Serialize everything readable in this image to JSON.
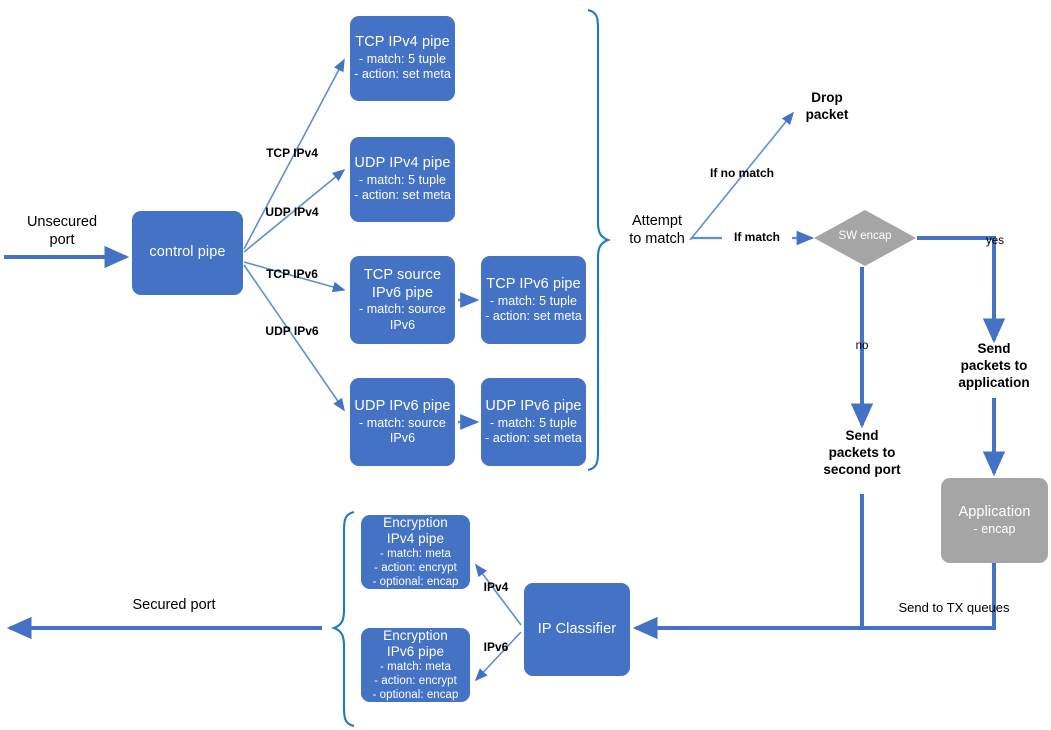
{
  "colors": {
    "pipe_blue": "#4472C4",
    "gray_node": "#A5A5A5",
    "arrow_blue": "#4472C4",
    "brace_blue": "#1F7AC4",
    "thin_arrow": "#5B8FD4",
    "text_black": "#000000"
  },
  "ingress": {
    "unsecured_port_label": "Unsecured\nport"
  },
  "control_pipe": {
    "title": "control pipe"
  },
  "branch_labels": {
    "tcp_ipv4": "TCP IPv4",
    "udp_ipv4": "UDP IPv4",
    "tcp_ipv6": "TCP IPv6",
    "udp_ipv6": "UDP IPv6"
  },
  "pipes": [
    {
      "id": "tcp-ipv4-pipe",
      "title": "TCP IPv4 pipe",
      "lines": [
        "- match: 5 tuple",
        "- action: set meta"
      ],
      "fill": "#4472C4"
    },
    {
      "id": "udp-ipv4-pipe",
      "title": "UDP IPv4 pipe",
      "lines": [
        "- match: 5 tuple",
        "- action: set meta"
      ],
      "fill": "#4472C4"
    },
    {
      "id": "tcp-source-ipv6-pipe",
      "title": "TCP source\nIPv6 pipe",
      "lines": [
        "- match: source",
        "IPv6"
      ],
      "fill": "#4472C4"
    },
    {
      "id": "tcp-ipv6-pipe",
      "title": "TCP IPv6 pipe",
      "lines": [
        "- match: 5 tuple",
        "- action: set meta"
      ],
      "fill": "#4472C4"
    },
    {
      "id": "udp-source-ipv6-pipe",
      "title": "UDP IPv6  pipe",
      "lines": [
        "- match: source",
        "IPv6"
      ],
      "fill": "#4472C4"
    },
    {
      "id": "udp-ipv6-pipe",
      "title": "UDP IPv6  pipe",
      "lines": [
        "- match: 5 tuple",
        "- action: set meta"
      ],
      "fill": "#4472C4"
    }
  ],
  "match_stage": {
    "attempt_label": "Attempt\nto match",
    "if_no_match_label": "If no match",
    "if_match_label": "If match",
    "drop_packet_label": "Drop\npacket"
  },
  "sw_encap": {
    "title": "SW encap",
    "yes_label": "yes",
    "no_label": "no"
  },
  "outcomes": {
    "send_to_application": "Send\npackets to\napplication",
    "send_to_second_port": "Send\npackets to\nsecond port",
    "send_to_tx_queues": "Send to TX queues"
  },
  "application": {
    "title": "Application",
    "sub": "- encap"
  },
  "ip_classifier": {
    "title": "IP Classifier",
    "ipv4_label": "IPv4",
    "ipv6_label": "IPv6"
  },
  "encryption_pipes": [
    {
      "id": "encryption-ipv4-pipe",
      "title": "Encryption\nIPv4 pipe",
      "lines": [
        "- match: meta",
        "- action: encrypt",
        "- optional: encap"
      ],
      "fill": "#4472C4"
    },
    {
      "id": "encryption-ipv6-pipe",
      "title": "Encryption\nIPv6 pipe",
      "lines": [
        "- match: meta",
        "- action: encrypt",
        "- optional: encap"
      ],
      "fill": "#4472C4"
    }
  ],
  "egress": {
    "secured_port_label": "Secured port"
  }
}
